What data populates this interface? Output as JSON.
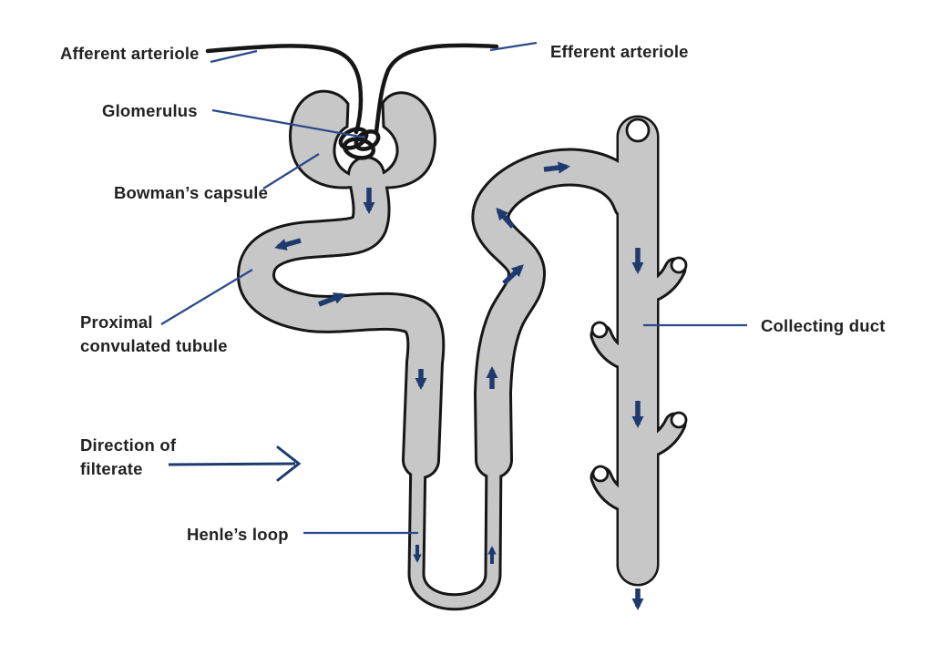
{
  "labels": {
    "afferent_arteriole": "Afferent arteriole",
    "efferent_arteriole": "Efferent arteriole",
    "glomerulus": "Glomerulus",
    "bowmans_capsule": "Bowman’s capsule",
    "proximal_line1": "Proximal",
    "proximal_line2": "convulated tubule",
    "direction_line1": "Direction of",
    "direction_line2": "filterate",
    "henles_loop": "Henle’s loop",
    "collecting_duct": "Collecting duct"
  },
  "icons": {
    "flow_arrow": "filled navy arrow showing filtrate flow direction inside tubule",
    "direction_arrow": "long navy line with open chevron head pointing right",
    "tube_opening": "small open circle at end of duct branches and duct top"
  },
  "colors": {
    "tube_fill": "#c7c7c7",
    "tube_outline": "#161616",
    "flow_arrow": "#1e3a6e",
    "leader_line": "#2a4a8c",
    "label_text": "#222222",
    "background": "#ffffff"
  }
}
